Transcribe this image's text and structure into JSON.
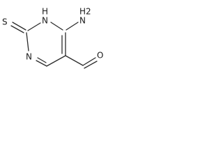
{
  "molecule": {
    "atoms": {
      "sulfur": "S",
      "ring_n1": "N",
      "ring_n1_h": "H",
      "ring_n3": "N",
      "amino_n": "N",
      "amino_h2": "H2",
      "aldehyde_o": "O"
    }
  }
}
